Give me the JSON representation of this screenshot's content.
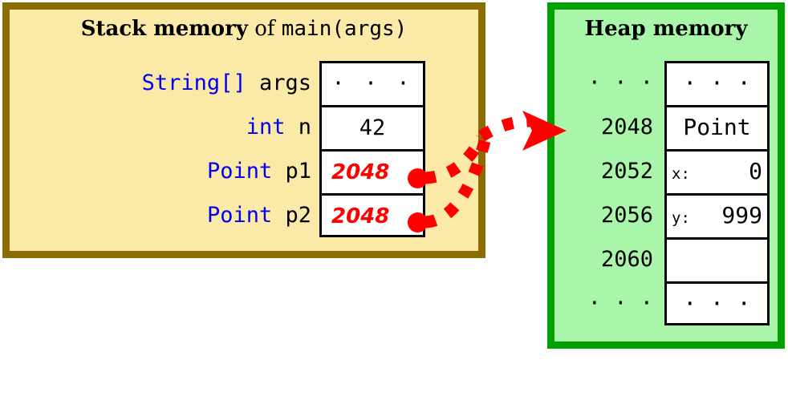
{
  "stack": {
    "title": {
      "bold": "Stack memory",
      "regular": " of ",
      "mono": "main(args)"
    },
    "border_color": "#8b6c02",
    "fill_color": "#fbe9a8",
    "rows": [
      {
        "type": "String[]",
        "name": "args",
        "value": "· · ·",
        "is_pointer": false
      },
      {
        "type": "int",
        "name": "n",
        "value": "42",
        "is_pointer": false
      },
      {
        "type": "Point",
        "name": "p1",
        "value": "2048",
        "is_pointer": true
      },
      {
        "type": "Point",
        "name": "p2",
        "value": "2048",
        "is_pointer": true
      }
    ]
  },
  "heap": {
    "title": "Heap memory",
    "border_color": "#00a000",
    "fill_color": "#a9f5a9",
    "rows": [
      {
        "address": "· · ·",
        "cell": "· · ·",
        "key": "",
        "value": ""
      },
      {
        "address": "2048",
        "cell": "Point",
        "key": "",
        "value": ""
      },
      {
        "address": "2052",
        "cell": "",
        "key": "x:",
        "value": "0"
      },
      {
        "address": "2056",
        "cell": "",
        "key": "y:",
        "value": "999"
      },
      {
        "address": "2060",
        "cell": "",
        "key": "",
        "value": ""
      },
      {
        "address": "· · ·",
        "cell": "· · ·",
        "key": "",
        "value": ""
      }
    ]
  },
  "arrows": {
    "color": "#ff0000",
    "count": 2,
    "target_address": "2048",
    "description": "two dashed red arrows from p1 and p2 converge on heap address 2048"
  },
  "colors": {
    "type_keyword": "#0000ee",
    "pointer_value": "#ff0000",
    "text": "#000000"
  }
}
